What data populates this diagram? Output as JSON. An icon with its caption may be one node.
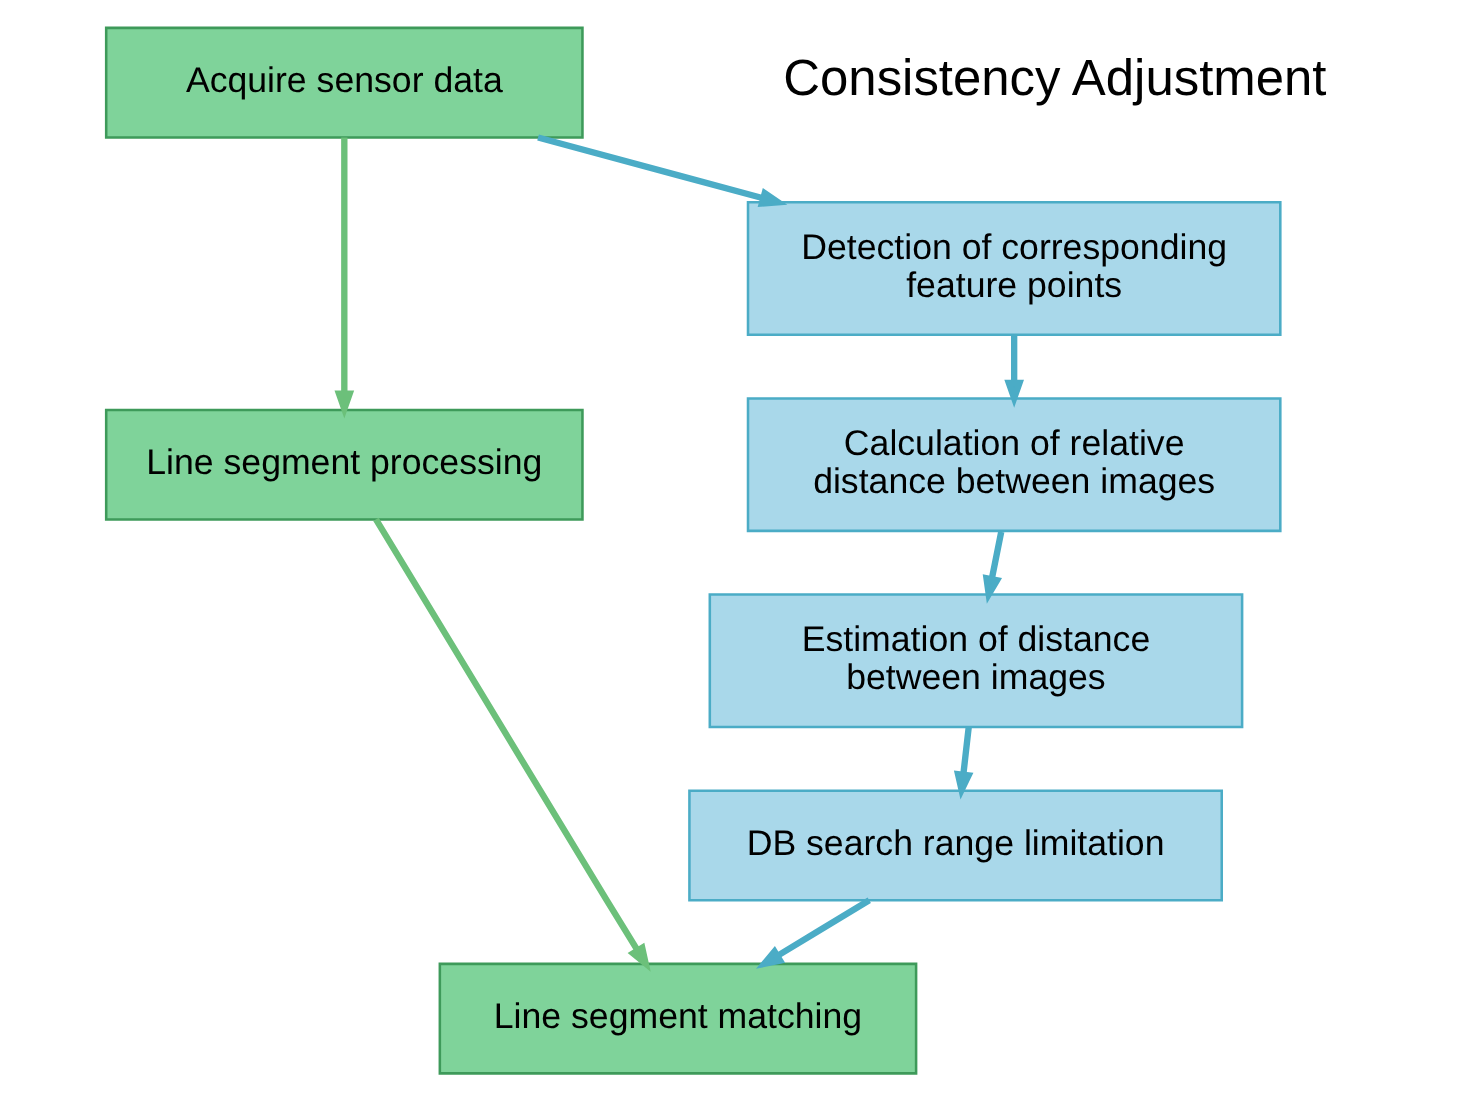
{
  "diagram": {
    "nodes": [
      {
        "text": [
          "Acquire sensor data"
        ]
      },
      {
        "text": [
          "Line segment processing"
        ]
      },
      {
        "text": [
          "Line segment matching"
        ]
      },
      {
        "text": [
          "Detection of corresponding feature points"
        ]
      },
      {
        "text": [
          "Calculation of relative distance between images"
        ]
      },
      {
        "text": [
          "Estimation of distance between images"
        ]
      },
      {
        "text": [
          "DB search range limitation"
        ]
      }
    ],
    "edges": [
      {
        "from": 0,
        "to": 1,
        "arrow": "to",
        "color": "#6cc07a"
      },
      {
        "from": 1,
        "to": 2,
        "arrow": "to",
        "color": "#6cc07a"
      },
      {
        "from": 0,
        "to": 3,
        "arrow": "to"
      },
      {
        "from": 3,
        "to": 4,
        "arrow": "to"
      },
      {
        "from": 4,
        "to": 5,
        "arrow": "to"
      },
      {
        "from": 5,
        "to": 6,
        "arrow": "to"
      },
      {
        "from": 6,
        "to": 2,
        "arrow": "to"
      }
    ],
    "labels": [
      "Consistency Adjustment"
    ]
  }
}
